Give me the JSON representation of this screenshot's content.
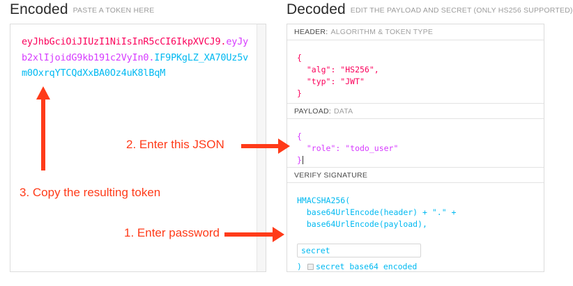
{
  "encoded": {
    "title": "Encoded",
    "subtitle": "PASTE A TOKEN HERE",
    "token": {
      "header": "eyJhbGciOiJIUzI1NiIsInR5cCI6IkpXVCJ9",
      "payload": "eyJyb2xlIjoidG9kb191c2VyIn0",
      "signature": "IF9PKgLZ_XA70Uz5vm0OxrqYTCQdXxBA0Oz4uK8lBqM",
      "separator": ".",
      "full": "eyJhbGciOiJIUzI1NiIsInR5cCI6IkpXVCJ9.eyJyb2xlIjoidG9kb191c2VyIn0.IF9PKgLZ_XA70Uz5vm0OxrqYTCQdXxBA0Oz4uK8lBqM"
    },
    "colors": {
      "header": "#fb015b",
      "payload": "#d63aff",
      "signature": "#00b9f1"
    }
  },
  "decoded": {
    "title": "Decoded",
    "subtitle": "EDIT THE PAYLOAD AND SECRET (ONLY HS256 SUPPORTED)",
    "sections": {
      "header": {
        "label": "HEADER:",
        "label_dim": "ALGORITHM & TOKEN TYPE",
        "lines": [
          "{",
          "  \"alg\": \"HS256\",",
          "  \"typ\": \"JWT\"",
          "}"
        ],
        "content": "{\n  \"alg\": \"HS256\",\n  \"typ\": \"JWT\"\n}"
      },
      "payload": {
        "label": "PAYLOAD:",
        "label_dim": "DATA",
        "lines": [
          "{",
          "  \"role\": \"todo_user\"",
          "}"
        ],
        "content": "{\n  \"role\": \"todo_user\"\n}"
      },
      "verify": {
        "label": "VERIFY SIGNATURE",
        "label_dim": "",
        "line1": "HMACSHA256(",
        "line2": "  base64UrlEncode(header) + \".\" +",
        "line3": "  base64UrlEncode(payload),",
        "closing_paren": ")",
        "secret_value": "secret",
        "secret_placeholder": "secret",
        "base64_label": "secret base64 encoded",
        "base64_checked": false
      }
    }
  },
  "annotations": {
    "step1": "1. Enter password",
    "step2": "2. Enter this JSON",
    "step3": "3. Copy the resulting token",
    "color": "#ff3b19"
  }
}
